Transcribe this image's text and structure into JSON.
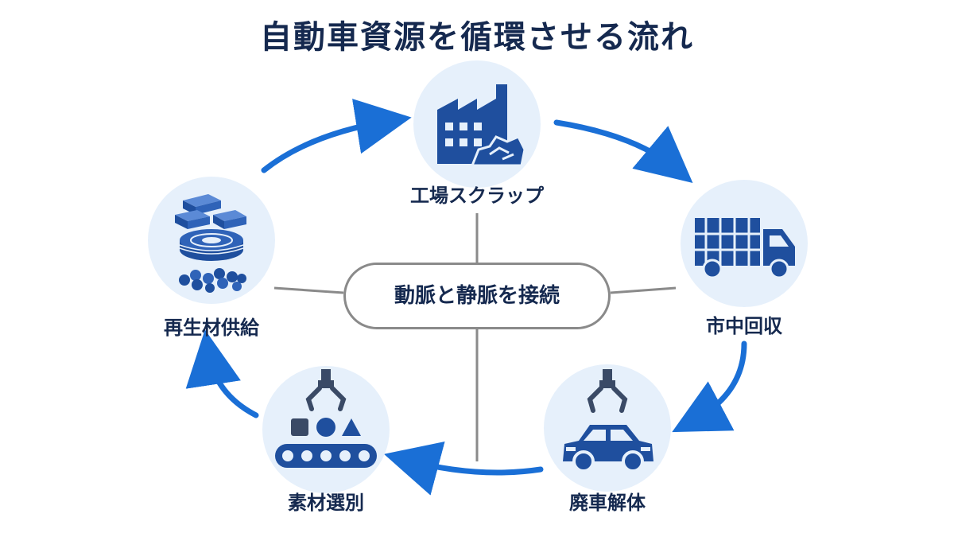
{
  "title": "自動車資源を循環させる流れ",
  "center_label": "動脈と静脈を接続",
  "nodes": [
    {
      "label": "工場スクラップ",
      "icon": "factory-scrap-icon"
    },
    {
      "label": "市中回収",
      "icon": "truck-icon"
    },
    {
      "label": "廃車解体",
      "icon": "car-dismantling-icon"
    },
    {
      "label": "素材選別",
      "icon": "sorting-conveyor-icon"
    },
    {
      "label": "再生材供給",
      "icon": "recycled-material-icon"
    }
  ],
  "colors": {
    "title": "#15294f",
    "arrow": "#1a6fd6",
    "icon": "#1f4f9e",
    "icon_dark": "#3a4a66",
    "circle": "#e6f0fb",
    "connector": "#8a8a8a"
  }
}
